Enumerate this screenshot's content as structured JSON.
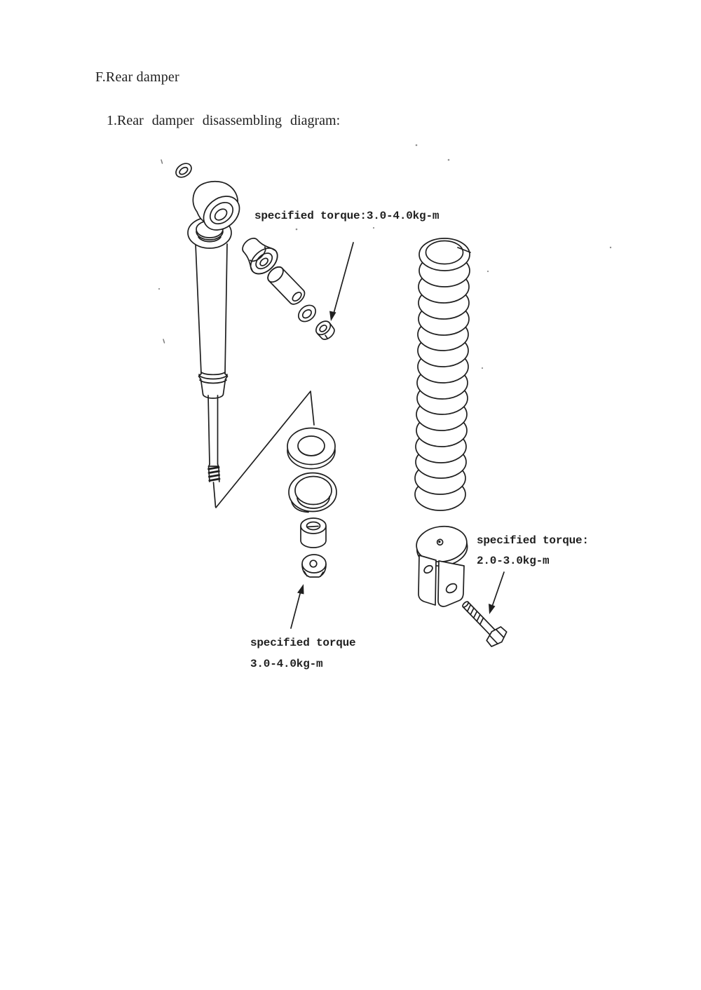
{
  "document": {
    "section_heading": "F.Rear damper",
    "subsection_heading": "1.Rear damper disassembling diagram:"
  },
  "annotations": {
    "stem_nut_torque": "specified torque:3.0-4.0kg-m",
    "mount_bolt_torque_line1": "specified torque:",
    "mount_bolt_torque_line2": "2.0-3.0kg-m",
    "rod_nut_torque_line1": "specified torque",
    "rod_nut_torque_line2": "3.0-4.0kg-m"
  },
  "colors": {
    "ink": "#1f1f1f",
    "paper": "#ffffff"
  }
}
